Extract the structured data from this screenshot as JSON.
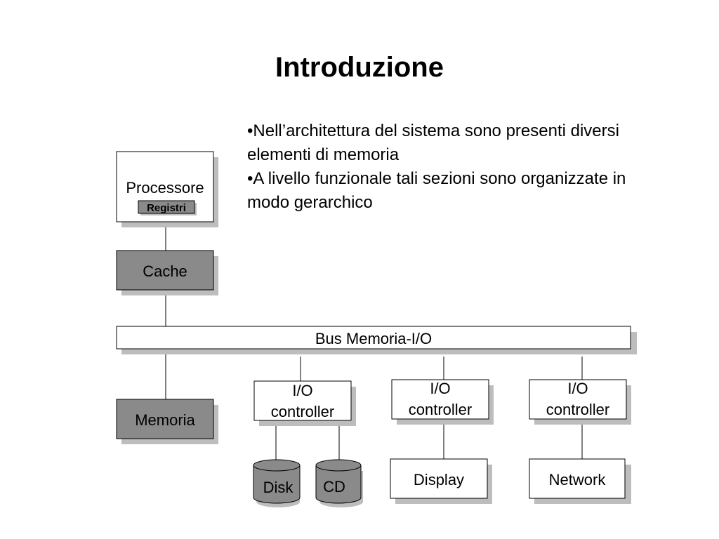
{
  "slide": {
    "title": "Introduzione",
    "bullets": [
      "•Nell’architettura del sistema sono presenti diversi elementi di memoria",
      "•A livello funzionale tali sezioni sono organizzate in modo gerarchico"
    ]
  },
  "diagram": {
    "processor": "Processore",
    "registers": "Registri",
    "cache": "Cache",
    "bus": "Bus Memoria-I/O",
    "memory": "Memoria",
    "io_controller_line1": "I/O",
    "io_controller_line2": "controller",
    "disk": "Disk",
    "cd": "CD",
    "display": "Display",
    "network": "Network"
  },
  "colors": {
    "box_gray": "#8a8a8a",
    "shadow": "#bdbdbd",
    "line": "#000000"
  }
}
